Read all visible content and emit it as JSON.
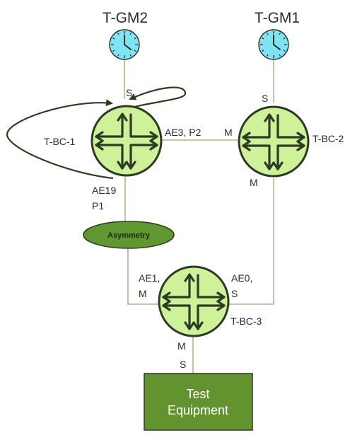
{
  "grandmasters": [
    {
      "name": "T-GM2"
    },
    {
      "name": "T-GM1"
    }
  ],
  "boundary_clocks": [
    {
      "name": "T-BC-1"
    },
    {
      "name": "T-BC-2"
    },
    {
      "name": "T-BC-3"
    }
  ],
  "port_labels": {
    "bc1_top": "S",
    "bc1_right": "AE3, P2",
    "bc1_bottom_1": "AE19",
    "bc1_bottom_2": "P1",
    "bc2_top": "S",
    "bc2_left": "M",
    "bc2_bottom": "M",
    "bc3_left_1": "AE1,",
    "bc3_left_2": "M",
    "bc3_right_1": "AE0,",
    "bc3_right_2": "S",
    "bc3_bottom": "M",
    "equipment_top": "S"
  },
  "asymmetry": {
    "label": "Asymmetry"
  },
  "equipment": {
    "line1": "Test",
    "line2": "Equipment"
  },
  "colors": {
    "router_fill": "#cdf29a",
    "router_stroke": "#2f3a22",
    "clock_fill": "#7fe3f2",
    "asymmetry_fill": "#5f9830",
    "equipment_fill": "#63932f",
    "link": "#a6b98e"
  },
  "icons": {
    "router": "router-arrows-icon",
    "clock": "clock-icon",
    "loop": "loop-arrow-icon"
  }
}
